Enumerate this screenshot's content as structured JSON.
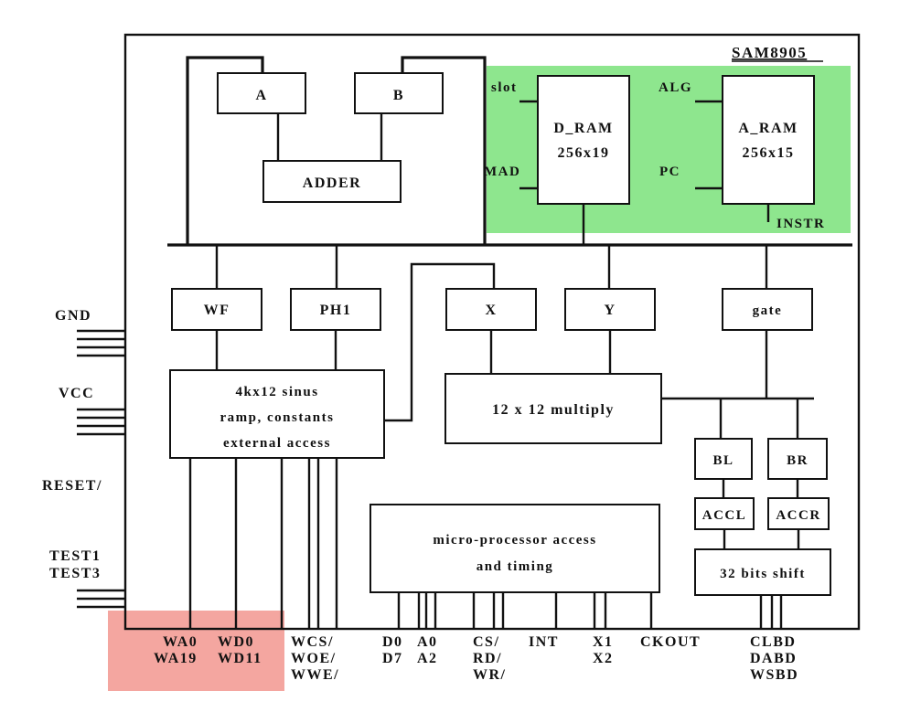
{
  "chip": {
    "name": "SAM8905"
  },
  "highlights": {
    "green": "#8ee68e",
    "red": "#f4a6a0"
  },
  "blocks": {
    "reg_a": "A",
    "reg_b": "B",
    "adder": "ADDER",
    "d_ram": {
      "title": "D_RAM",
      "size": "256x19",
      "in1": "slot",
      "in2": "MAD"
    },
    "a_ram": {
      "title": "A_RAM",
      "size": "256x15",
      "in1": "ALG",
      "in2": "PC",
      "out": "INSTR"
    },
    "wf": "WF",
    "phi": "PH1",
    "x": "X",
    "y": "Y",
    "gate": "gate",
    "rom": {
      "line1": "4kx12 sinus",
      "line2": "ramp, constants",
      "line3": "external access"
    },
    "multiply": "12 x 12 multiply",
    "bl": "BL",
    "br": "BR",
    "accl": "ACCL",
    "accr": "ACCR",
    "shift": "32 bits shift",
    "mpu": {
      "line1": "micro-processor access",
      "line2": "and timing"
    }
  },
  "left_pins": [
    "GND",
    "VCC",
    "RESET/",
    "TEST1",
    "TEST3"
  ],
  "bottom_pins": {
    "wa": [
      "WA0",
      "WA19"
    ],
    "wd": [
      "WD0",
      "WD11"
    ],
    "wctl": [
      "WCS/",
      "WOE/",
      "WWE/"
    ],
    "d": [
      "D0",
      "D7"
    ],
    "a": [
      "A0",
      "A2"
    ],
    "cs": [
      "CS/",
      "RD/",
      "WR/"
    ],
    "int": [
      "INT"
    ],
    "x": [
      "X1",
      "X2"
    ],
    "ckout": [
      "CKOUT"
    ],
    "serial": [
      "CLBD",
      "DABD",
      "WSBD"
    ]
  }
}
